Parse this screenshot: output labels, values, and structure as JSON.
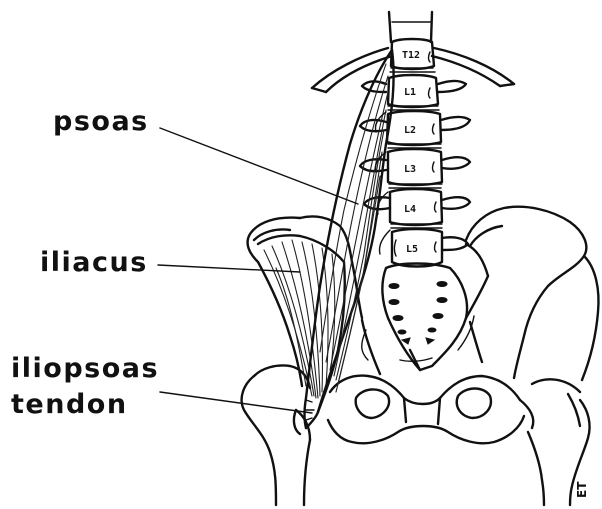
{
  "labels": {
    "psoas": "psoas",
    "iliacus": "iliacus",
    "tendon_line1": "iliopsoas",
    "tendon_line2": "tendon"
  },
  "vertebrae": [
    "T12",
    "L1",
    "L2",
    "L3",
    "L4",
    "L5"
  ],
  "artist_initials": "ET",
  "colors": {
    "ink": "#111111",
    "paper": "#ffffff"
  }
}
